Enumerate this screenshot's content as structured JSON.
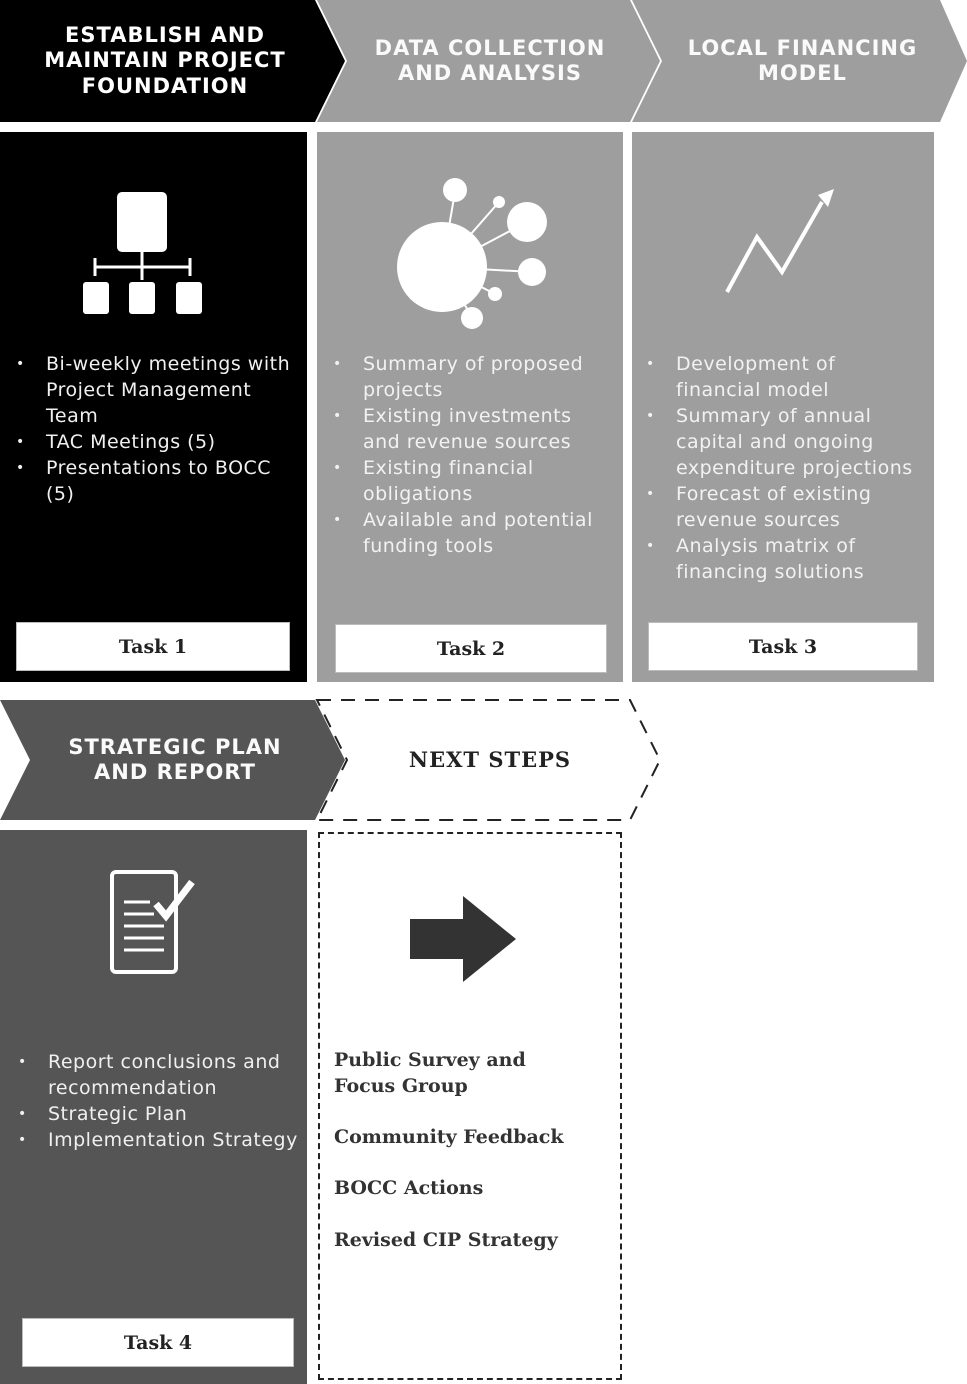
{
  "phases": [
    {
      "title": "ESTABLISH AND\nMAINTAIN PROJECT\nFOUNDATION",
      "icon": "org-chart-icon",
      "bullets": [
        "Bi-weekly meetings with Project Management Team",
        "TAC Meetings (5)",
        "Presentations to BOCC (5)"
      ],
      "task": "Task 1"
    },
    {
      "title": "DATA COLLECTION\nAND ANALYSIS",
      "icon": "network-bubbles-icon",
      "bullets": [
        "Summary of proposed projects",
        "Existing investments and revenue sources",
        "Existing financial obligations",
        "Available and potential funding tools"
      ],
      "task": "Task 2"
    },
    {
      "title": "LOCAL FINANCING\nMODEL",
      "icon": "trend-arrow-icon",
      "bullets": [
        "Development of financial model",
        "Summary of annual capital and ongoing expenditure projections",
        "Forecast of existing revenue sources",
        "Analysis matrix of financing solutions"
      ],
      "task": "Task 3"
    },
    {
      "title": "STRATEGIC PLAN\nAND REPORT",
      "icon": "checklist-document-icon",
      "bullets": [
        "Report conclusions and recommendation",
        "Strategic Plan",
        "Implementation Strategy"
      ],
      "task": "Task 4"
    }
  ],
  "next_steps": {
    "title": "NEXT STEPS",
    "icon": "right-arrow-icon",
    "items": [
      "Public Survey and\nFocus Group",
      "Community Feedback",
      "BOCC Actions",
      "Revised CIP Strategy"
    ]
  },
  "colors": {
    "black": "#000000",
    "gray": "#9e9e9e",
    "dark_gray": "#555555",
    "white": "#ffffff"
  }
}
